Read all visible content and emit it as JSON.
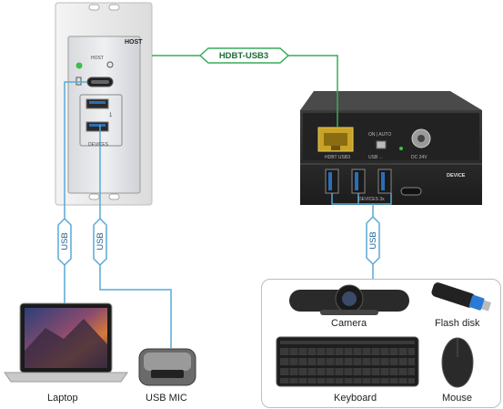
{
  "wallplate": {
    "host_label": "HOST",
    "host_port_label": "HOST",
    "port_number": "1",
    "devices_label": "DEVICES"
  },
  "link": {
    "label": "HDBT-USB3"
  },
  "extender": {
    "hdbt_port_label": "HDBT USB3",
    "switch_label": "ON | AUTO",
    "usb_label": "USB ←",
    "dc_label": "DC 24V",
    "device_label": "DEVICE",
    "devices_label": "DEVICES 3x"
  },
  "cables": {
    "usb_label": "USB"
  },
  "devices": {
    "laptop": "Laptop",
    "usb_mic": "USB MIC",
    "camera": "Camera",
    "flash_disk": "Flash disk",
    "keyboard": "Keyboard",
    "mouse": "Mouse"
  },
  "colors": {
    "cable": "#5aa9d6",
    "link": "#3aaa5a",
    "extender_body": "#2b2b2b",
    "wallplate": "#e8e8e8"
  }
}
